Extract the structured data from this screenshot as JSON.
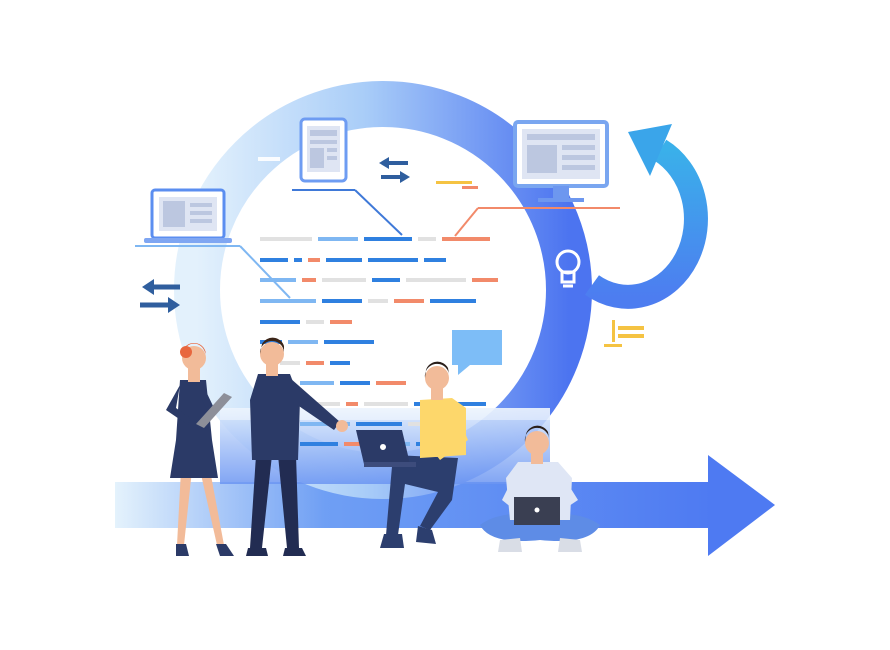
{
  "scene": {
    "kind": "flat vector illustration",
    "palette": {
      "ring_light": "#d9ecfb",
      "ring_mid": "#8ab8f6",
      "ring_dark": "#4d79f2",
      "cycle_arrow": "#3aa5ea",
      "code_blue": "#2f80e0",
      "code_light_blue": "#7fb7f2",
      "code_orange": "#f28a6a",
      "code_gray": "#e1e1e1",
      "navy": "#2b3a67",
      "skin": "#f2bb99",
      "shirt_yellow": "#fdd76b",
      "chat_bubble": "#7dbdf7",
      "accent_yellow": "#f5c342"
    },
    "icons": [
      "laptop-icon",
      "tablet-icon",
      "monitor-icon",
      "lightbulb-icon",
      "swap-arrows-icon",
      "chat-bubble-icon"
    ],
    "people": [
      {
        "role": "woman-with-tablet"
      },
      {
        "role": "man-pointing"
      },
      {
        "role": "man-sitting-with-laptop"
      },
      {
        "role": "man-cross-legged-with-laptop"
      }
    ]
  }
}
